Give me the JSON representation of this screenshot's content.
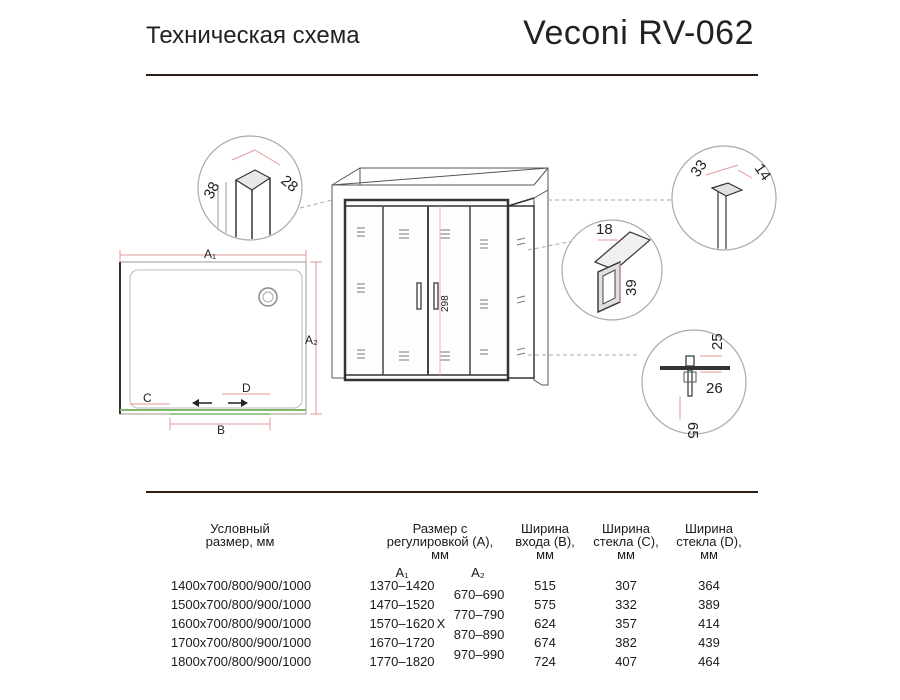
{
  "header": {
    "title_left": "Техническая схема",
    "title_right": "Veconi RV-062"
  },
  "diagram": {
    "labels": {
      "a1": "A₁",
      "a2": "A₂",
      "b": "B",
      "c": "C",
      "d": "D",
      "height": "298"
    },
    "details": {
      "top_left": {
        "w": "38",
        "d": "28"
      },
      "top_right": {
        "w": "33",
        "d": "14"
      },
      "profile": {
        "w": "18",
        "h": "39"
      },
      "bottom": {
        "a": "25",
        "b": "26",
        "c": "65"
      }
    }
  },
  "table": {
    "headers": {
      "size": "Условный размер, мм",
      "adjust": "Размер с регулировкой (A), мм",
      "a1": "A₁",
      "a2": "A₂",
      "entry": "Ширина входа (B), мм",
      "glass_c": "Ширина стекла (C), мм",
      "glass_d": "Ширина стекла (D), мм"
    },
    "sizes": [
      "1400x700/800/900/1000",
      "1500x700/800/900/1000",
      "1600x700/800/900/1000",
      "1700x700/800/900/1000",
      "1800x700/800/900/1000"
    ],
    "a1": [
      "1370–1420",
      "1470–1520",
      "1570–1620",
      "1670–1720",
      "1770–1820"
    ],
    "x_mark": "X",
    "a2": [
      "670–690",
      "770–790",
      "870–890",
      "970–990"
    ],
    "entry": [
      "515",
      "575",
      "624",
      "674",
      "724"
    ],
    "glass_c": [
      "307",
      "332",
      "357",
      "382",
      "407"
    ],
    "glass_d": [
      "364",
      "389",
      "414",
      "439",
      "464"
    ]
  }
}
